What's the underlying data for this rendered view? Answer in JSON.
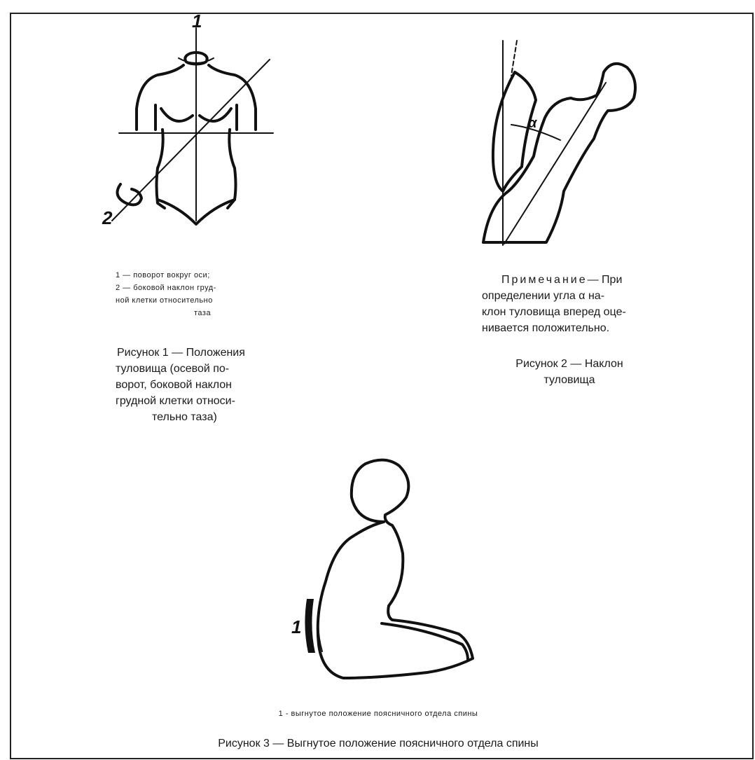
{
  "figure1": {
    "axis_labels": [
      "1",
      "2"
    ],
    "legend": [
      "1 — поворот вокруг оси;",
      "2 — боковой наклон груд-",
      "ной клетки относительно",
      "таза"
    ],
    "caption": [
      "Рисунок 1 — Положения",
      "туловища (осевой по-",
      "ворот, боковой наклон",
      "грудной клетки относи-",
      "тельно таза)"
    ]
  },
  "figure2": {
    "angle_label": "α",
    "note_head": "Примечание",
    "note": [
      "— При",
      "определении угла α на-",
      "клон туловища вперед оце-",
      "нивается положительно."
    ],
    "caption": [
      "Рисунок 2 — Наклон",
      "туловища"
    ]
  },
  "figure3": {
    "marker_label": "1",
    "legend": "1 - выгнутое положение поясничного отдела спины",
    "caption": "Рисунок 3 — Выгнутое положение поясничного отдела спины"
  }
}
